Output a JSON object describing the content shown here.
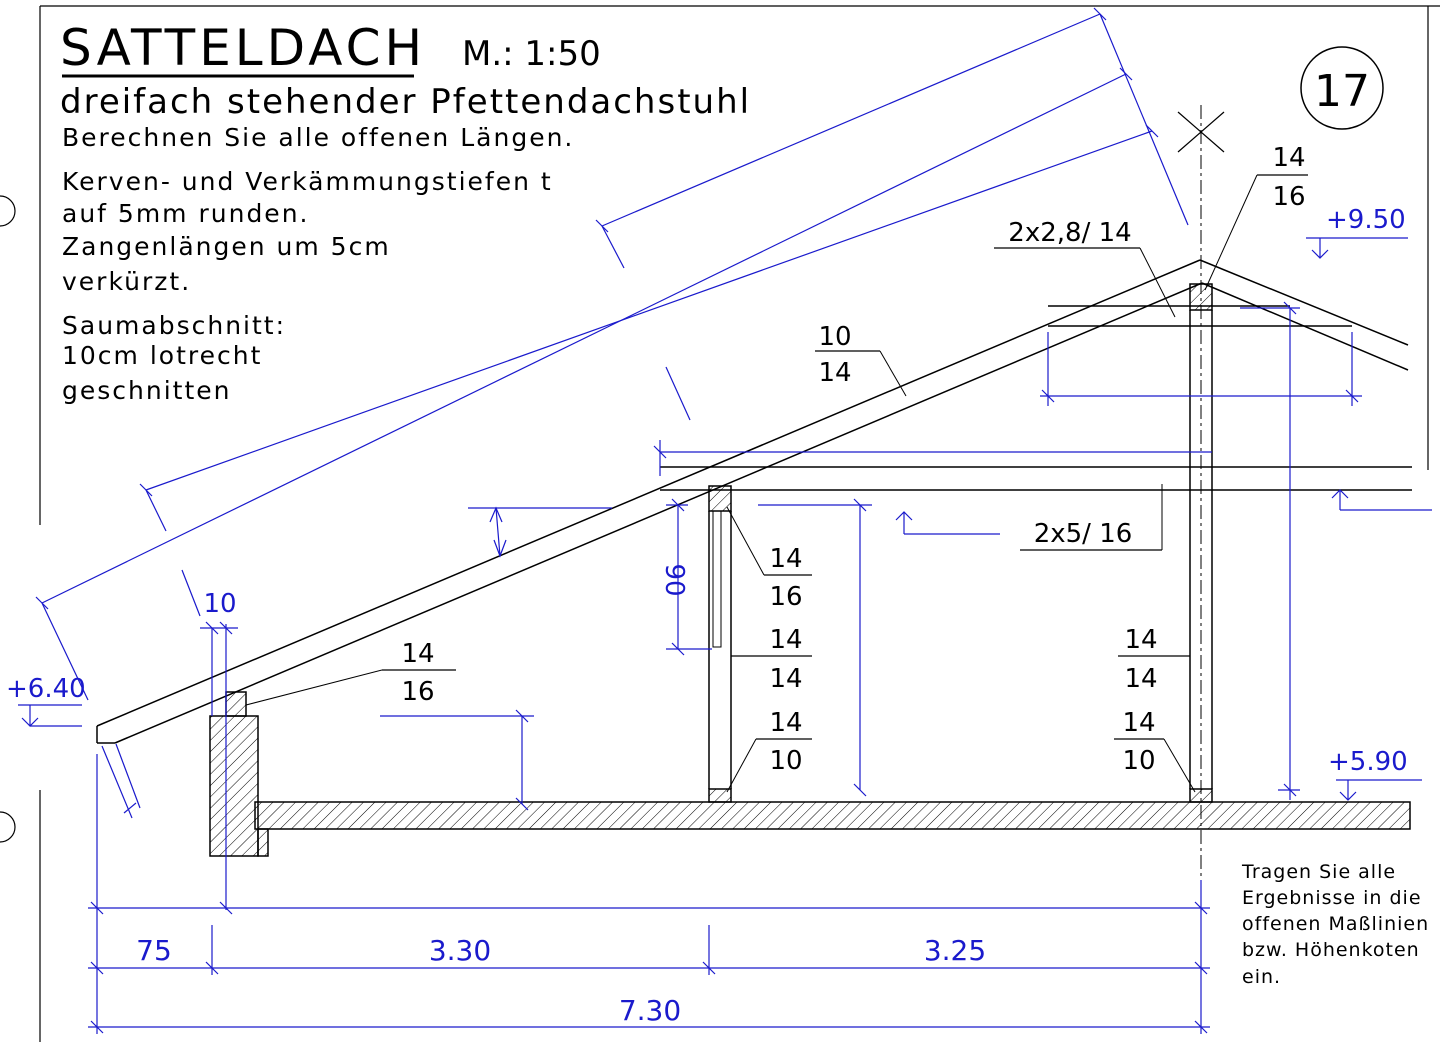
{
  "title": "SATTELDACH",
  "scale": "M.: 1:50",
  "subtitle": "dreifach stehender Pfettendachstuhl",
  "sheet_number": "17",
  "instructions": [
    "Berechnen Sie alle offenen Längen.",
    "Kerven- und Verkämmungstiefen t",
    "auf 5mm runden.",
    "Zangenlängen um 5cm",
    "verkürzt.",
    "Saumabschnitt:",
    "10cm lotrecht",
    "geschnitten"
  ],
  "note": [
    "Tragen Sie alle",
    "Ergebnisse in die",
    "offenen Maßlinien",
    "bzw. Höhenkoten",
    "ein."
  ],
  "elevations": {
    "eave": "+6.40",
    "ridge": "+9.50",
    "floor": "+5.90"
  },
  "members": {
    "rafter": [
      "10",
      "14"
    ],
    "foot_purlin": [
      "14",
      "16"
    ],
    "middle_purlin": [
      "14",
      "16"
    ],
    "ridge_purlin": [
      "14",
      "16"
    ],
    "middle_post": [
      "14",
      "14"
    ],
    "ridge_post": [
      "14",
      "14"
    ],
    "middle_sill": [
      "14",
      "10"
    ],
    "ridge_sill": [
      "14",
      "10"
    ],
    "collar_tie": "2x5/ 16",
    "ridge_tie": "2x2,8/ 14"
  },
  "dimensions": {
    "saum": "10",
    "knee_height": "90",
    "overhang": "75",
    "span_left": "3.30",
    "span_right": "3.25",
    "total": "7.30"
  },
  "colors": {
    "line": "#000000",
    "dimension": "#1a1acc"
  }
}
